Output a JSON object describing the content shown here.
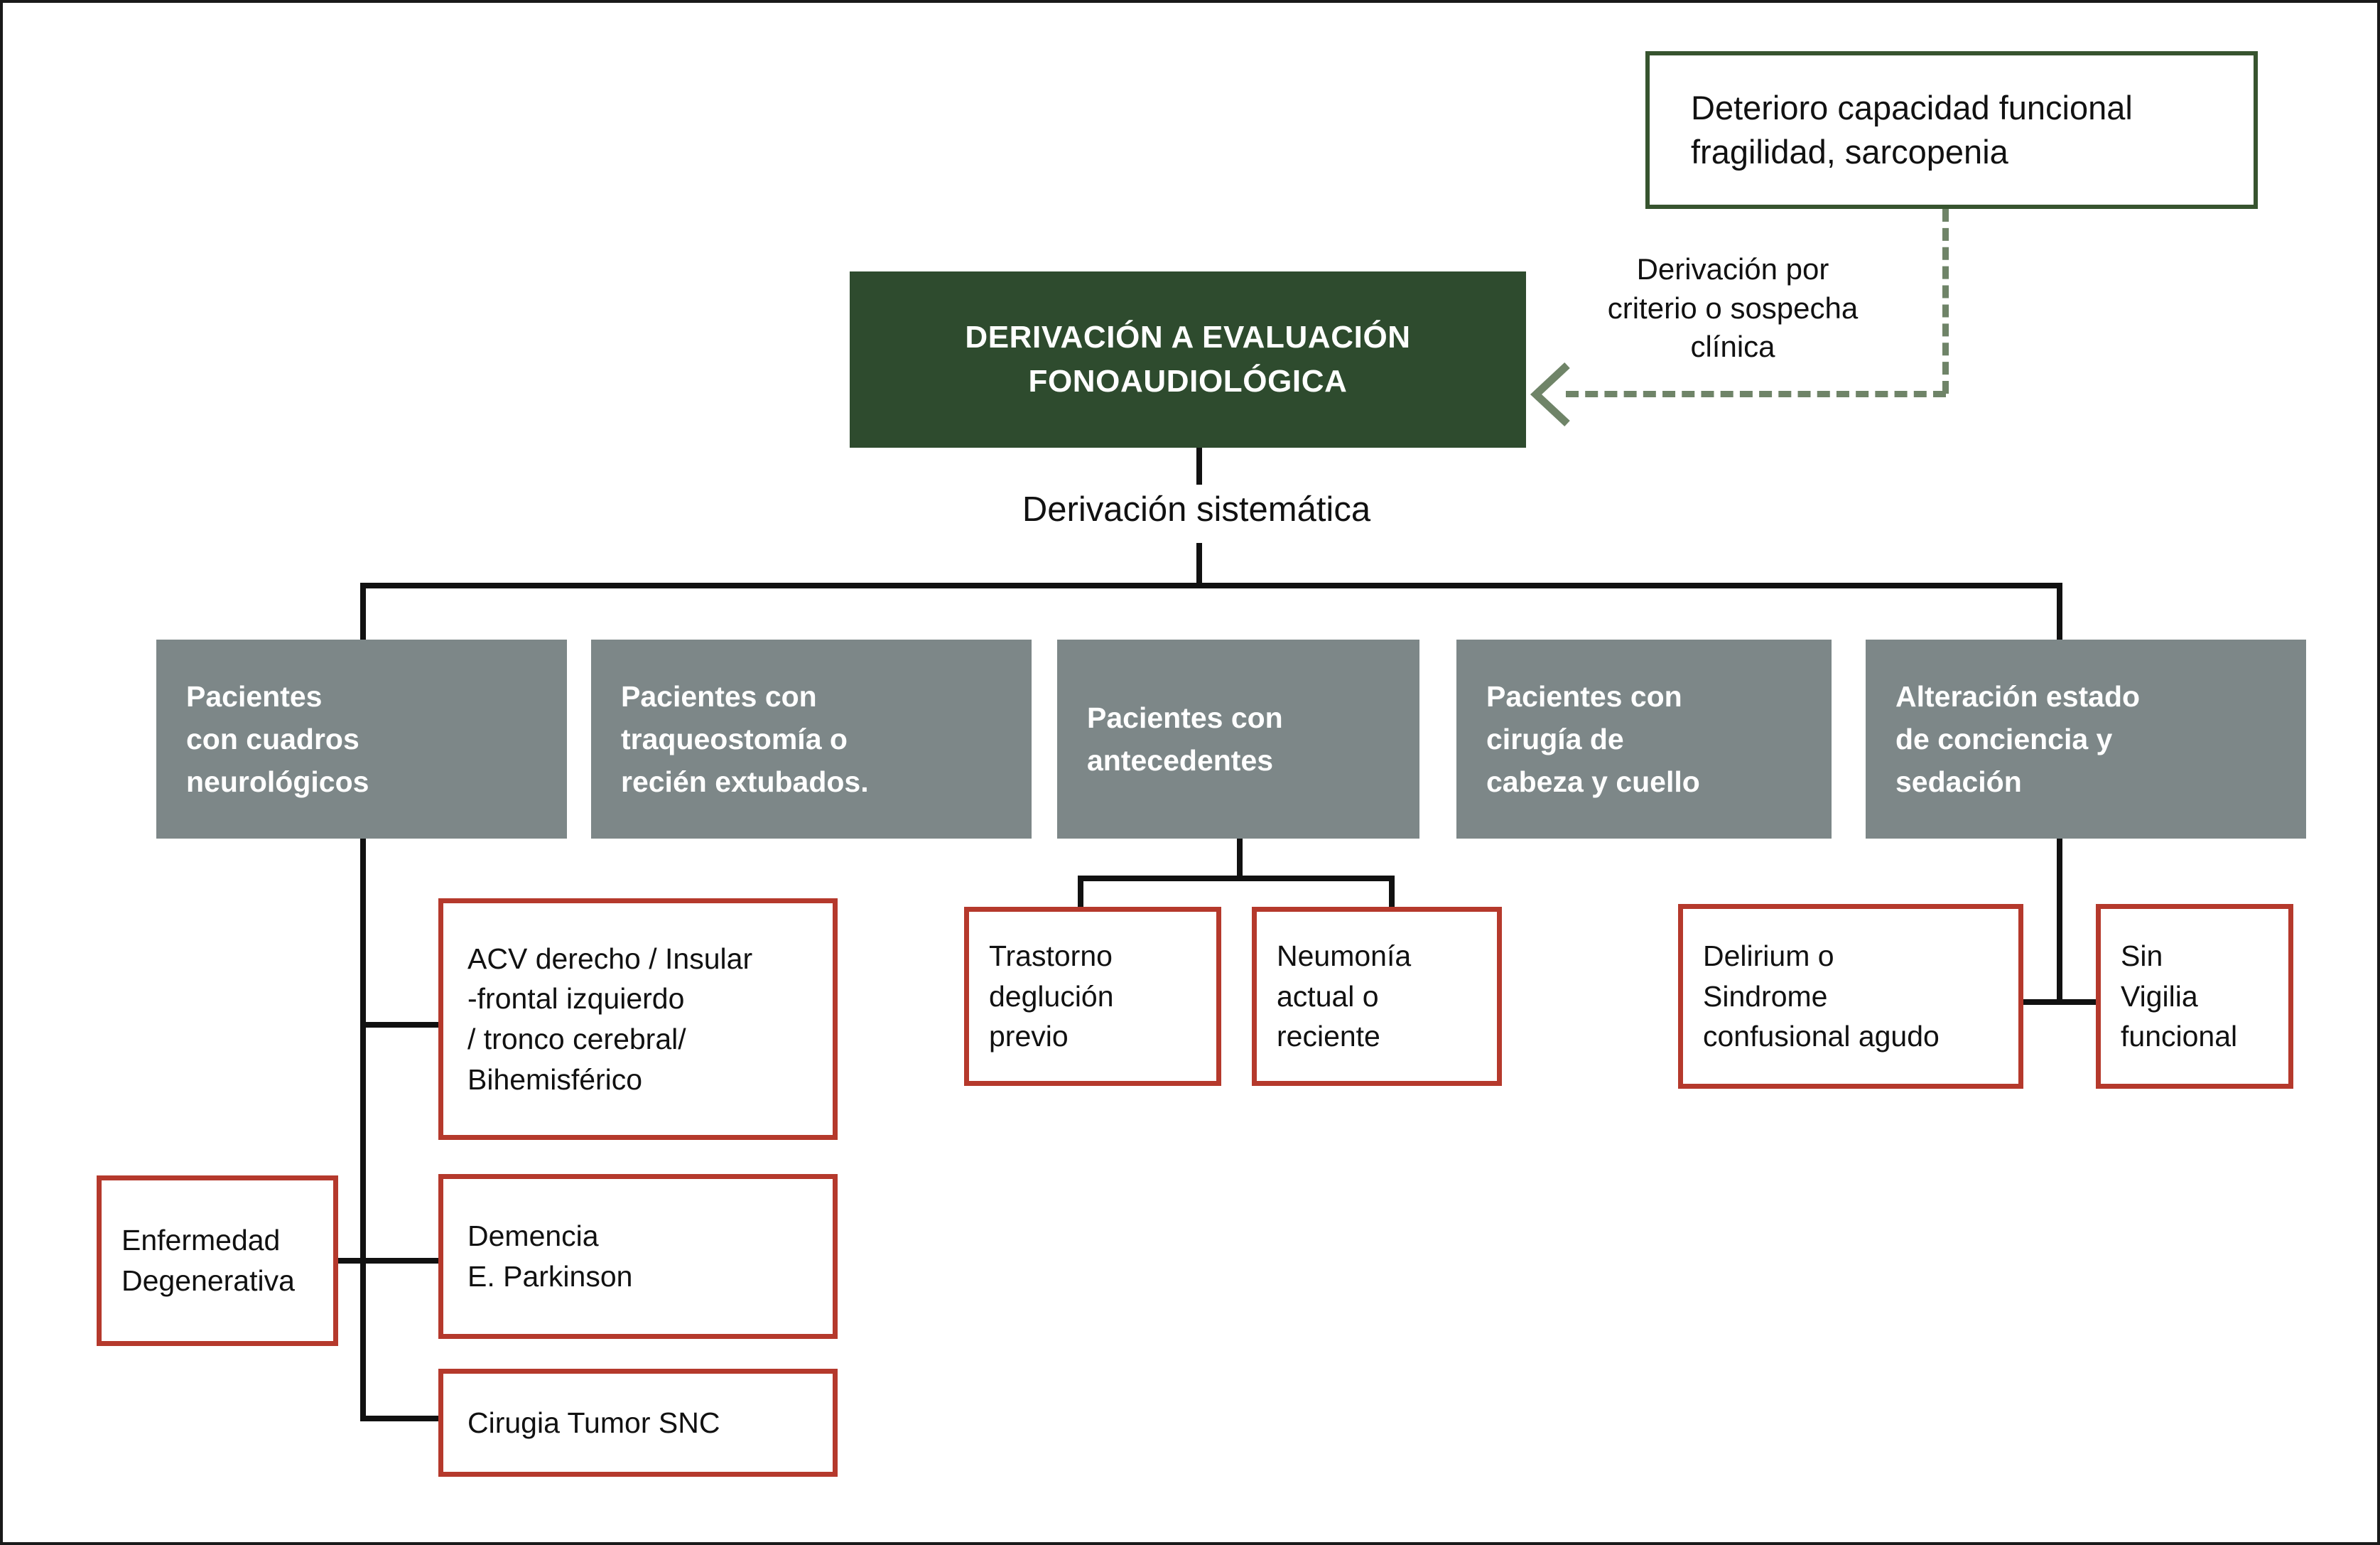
{
  "diagram": {
    "title_box": {
      "label": "DERIVACIÓN A EVALUACIÓN\nFONOAUDIOLÓGICA"
    },
    "top_right_box": {
      "label": "Deterioro capacidad funcional\nfragilidad, sarcopenia"
    },
    "edge_labels": {
      "systematic": "Derivación sistemática",
      "criterion": "Derivación por\ncriterio o sospecha\nclínica"
    },
    "categories": [
      {
        "id": "neurologicos",
        "label": "Pacientes\ncon cuadros\nneurológicos"
      },
      {
        "id": "traqueostomia",
        "label": "Pacientes con\ntraqueostomía o\nrecién extubados."
      },
      {
        "id": "antecedentes",
        "label": "Pacientes con\nantecedentes"
      },
      {
        "id": "cirugia",
        "label": "Pacientes con\ncirugía de\ncabeza y cuello"
      },
      {
        "id": "conciencia",
        "label": "Alteración estado\nde conciencia y\nsedación"
      }
    ],
    "leaf_boxes": [
      {
        "id": "acv",
        "label": "ACV derecho / Insular\n-frontal izquierdo\n/ tronco cerebral/\nBihemisférico"
      },
      {
        "id": "enfermedad-degenerativa",
        "label": "Enfermedad\nDegenerativa"
      },
      {
        "id": "demencia",
        "label": "Demencia\nE. Parkinson"
      },
      {
        "id": "cirugia-tumor",
        "label": "Cirugia Tumor SNC"
      },
      {
        "id": "trastorno-deglucion",
        "label": "Trastorno\ndeglución\nprevio"
      },
      {
        "id": "neumonia",
        "label": "Neumonía\nactual o\nreciente"
      },
      {
        "id": "delirium",
        "label": "Delirium  o\nSindrome\nconfusional agudo"
      },
      {
        "id": "sin-vigilia",
        "label": "Sin\nVigilia\nfuncional"
      }
    ],
    "colors": {
      "green_dark": "#2E4B2E",
      "green_outline": "#37542F",
      "green_dashed": "#6F8468",
      "gray_box": "#7D8788",
      "red_border": "#B5392C",
      "connector": "#111111",
      "background": "#FFFFFF",
      "text_dark": "#111111",
      "text_light": "#FFFFFF"
    }
  }
}
